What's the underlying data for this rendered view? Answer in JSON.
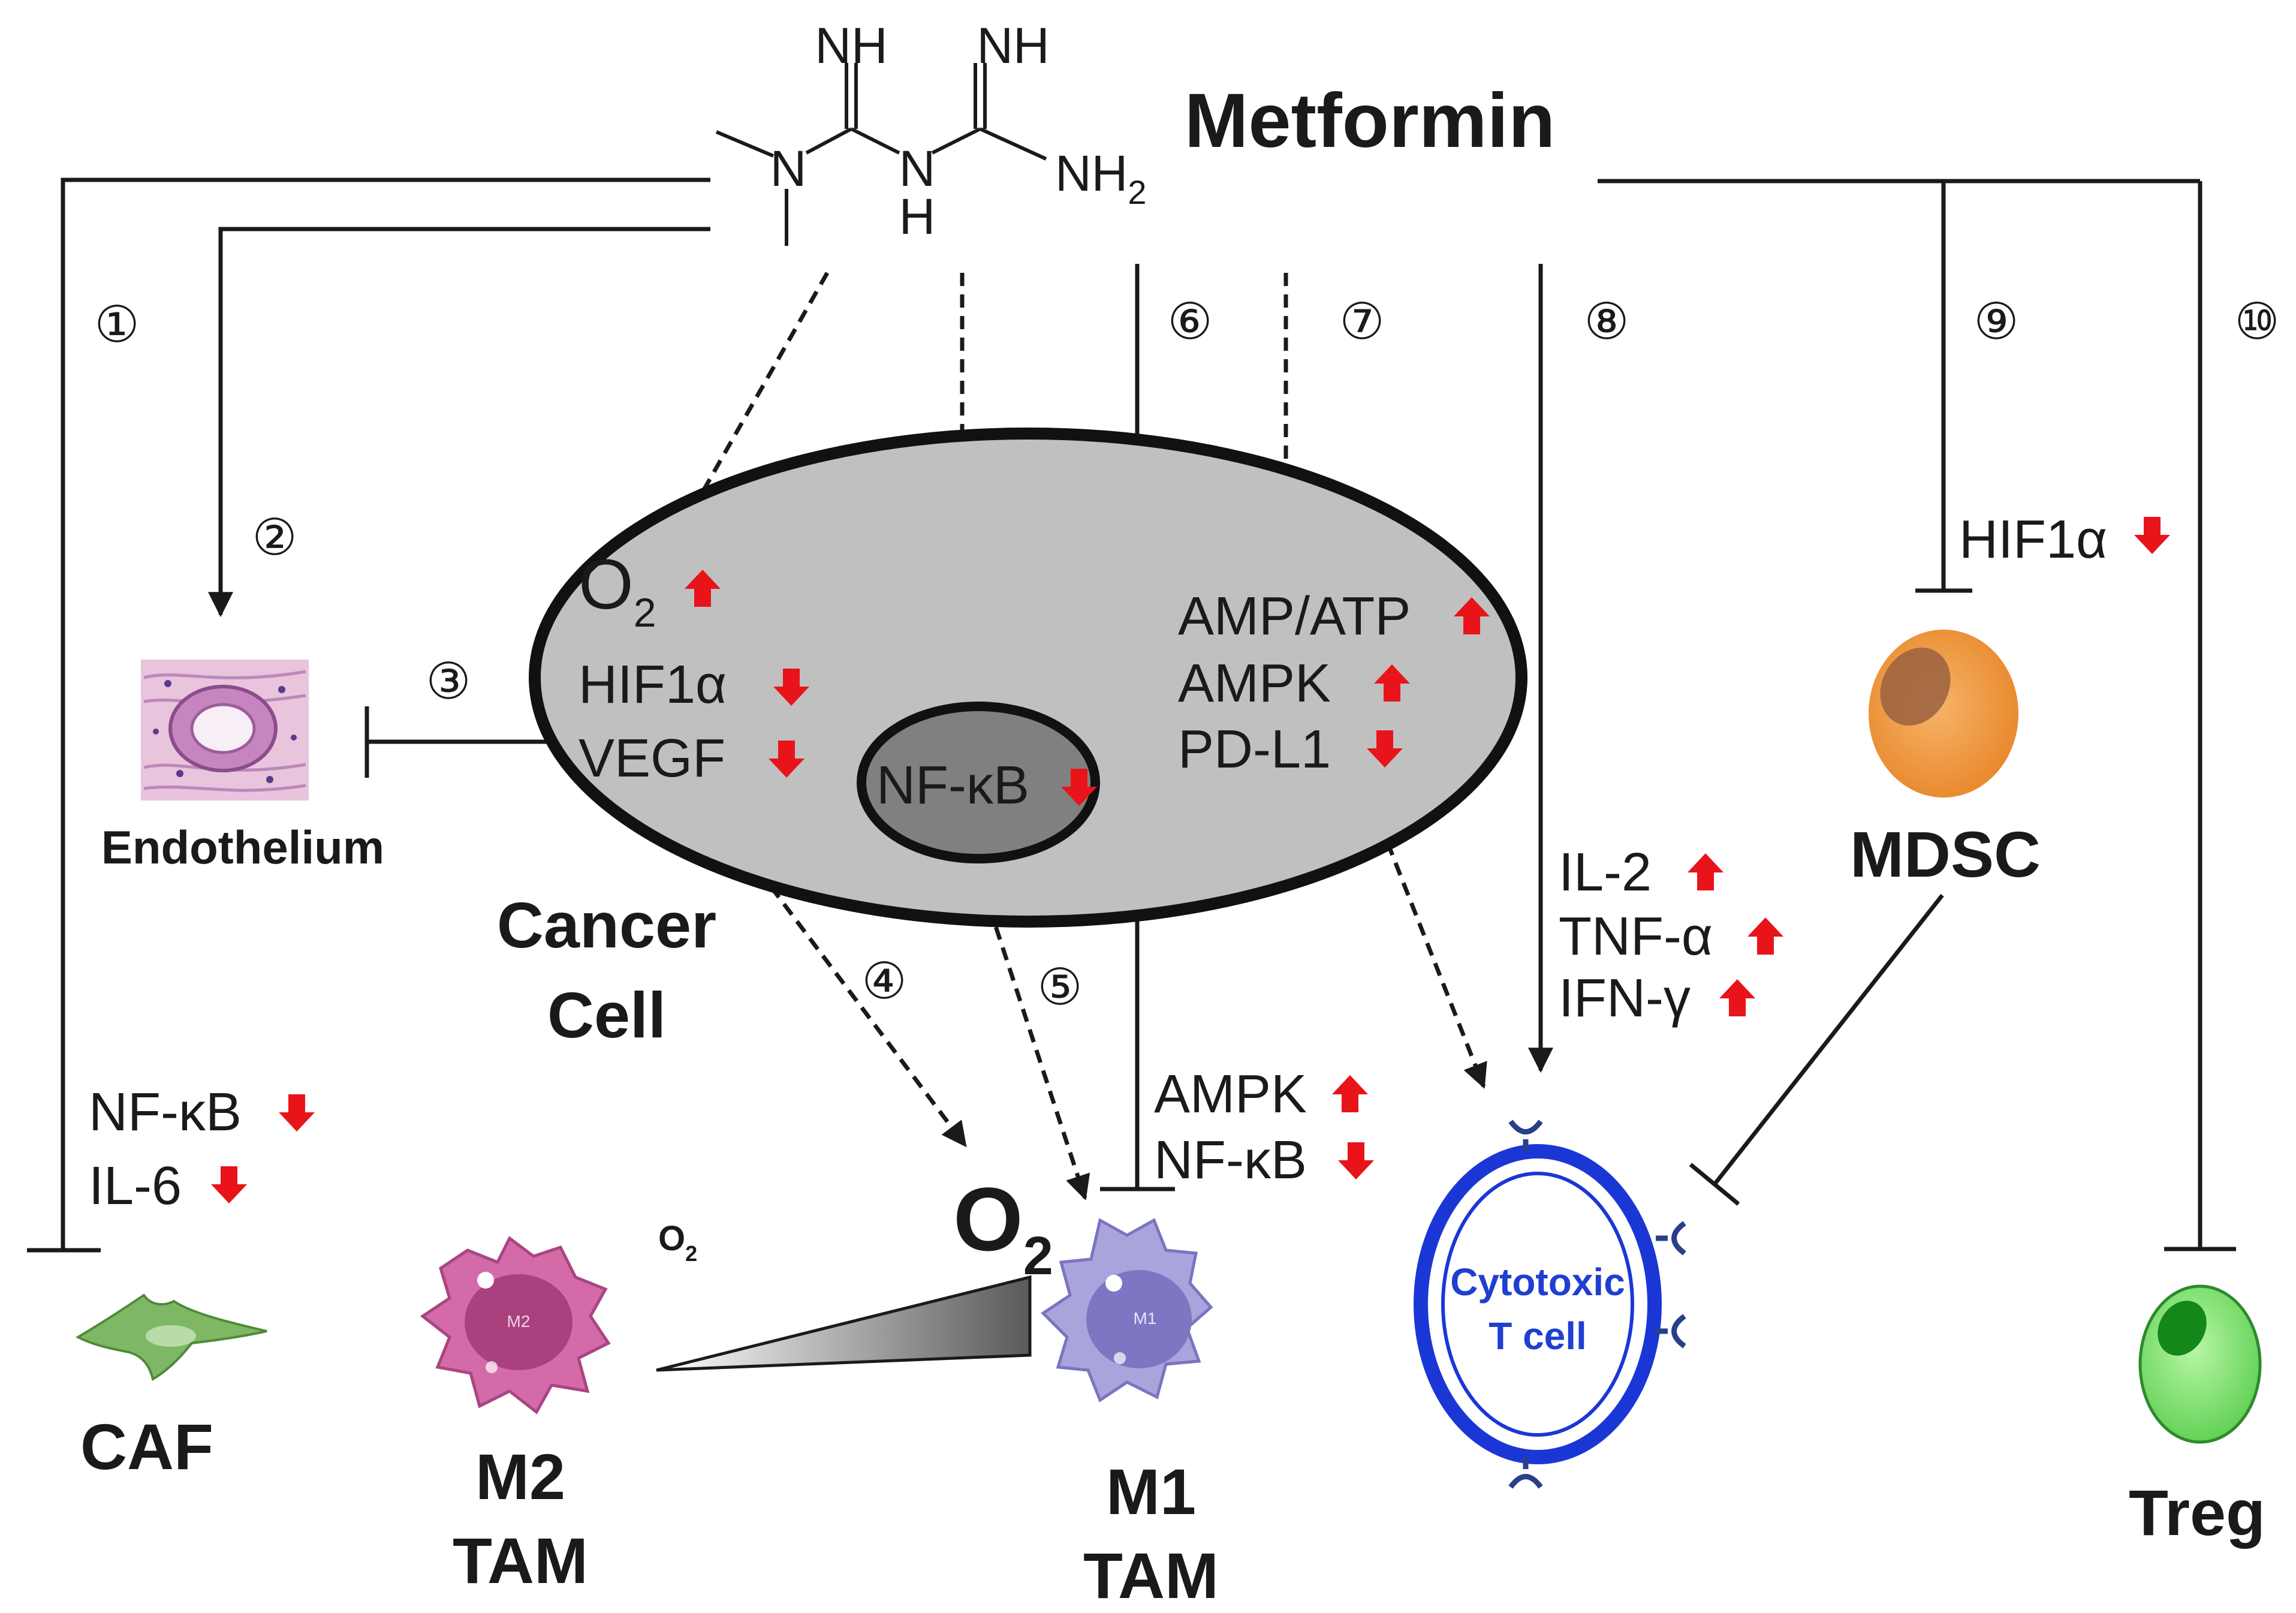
{
  "colors": {
    "arrow_up": "#e8141a",
    "arrow_down": "#e8141a",
    "cancer_cell": "#c0c0c0",
    "nucleus": "#808080",
    "m2_cell": "#d46aa8",
    "m1_cell": "#a9a4dc",
    "mdsc": "#f29a3a",
    "treg": "#7ee06e",
    "caf": "#7eb865",
    "t_cell": "#1a37d6"
  },
  "drug": {
    "name": "Metformin",
    "structure": {
      "nh_left": "NH",
      "nh_right": "NH",
      "n_left": "N",
      "n_bridge": "N",
      "h_bridge": "H",
      "nh2": "NH",
      "nh2_sub": "2"
    }
  },
  "pathways": {
    "p1": "①",
    "p2": "②",
    "p3": "③",
    "p4": "④",
    "p5": "⑤",
    "p6": "⑥",
    "p7": "⑦",
    "p8": "⑧",
    "p9": "⑨",
    "p10": "⑩"
  },
  "cancer_cell": {
    "label_line1": "Cancer",
    "label_line2": "Cell",
    "o2": "O",
    "o2_sub": "2",
    "hif1a": "HIF1α",
    "vegf": "VEGF",
    "nfkb": "NF-κB",
    "amp_atp": "AMP/ATP",
    "ampk": "AMPK",
    "pdl1": "PD-L1"
  },
  "endothelium": {
    "label": "Endothelium"
  },
  "caf": {
    "label": "CAF",
    "nfkb": "NF-κB",
    "il6": "IL-6"
  },
  "m2": {
    "label_line1": "M2",
    "label_line2": "TAM",
    "inner": "M2",
    "o2": "O",
    "o2_sub": "2"
  },
  "m1": {
    "label_line1": "M1",
    "label_line2": "TAM",
    "inner": "M1",
    "ampk": "AMPK",
    "nfkb": "NF-κB"
  },
  "gradient": {
    "o2": "O",
    "o2_sub": "2"
  },
  "t_cell": {
    "line1": "Cytotoxic",
    "line2": "T cell",
    "il2": "IL-2",
    "tnfa": "TNF-α",
    "ifng": "IFN-γ"
  },
  "mdsc": {
    "label": "MDSC",
    "hif1a": "HIF1α"
  },
  "treg": {
    "label": "Treg"
  }
}
